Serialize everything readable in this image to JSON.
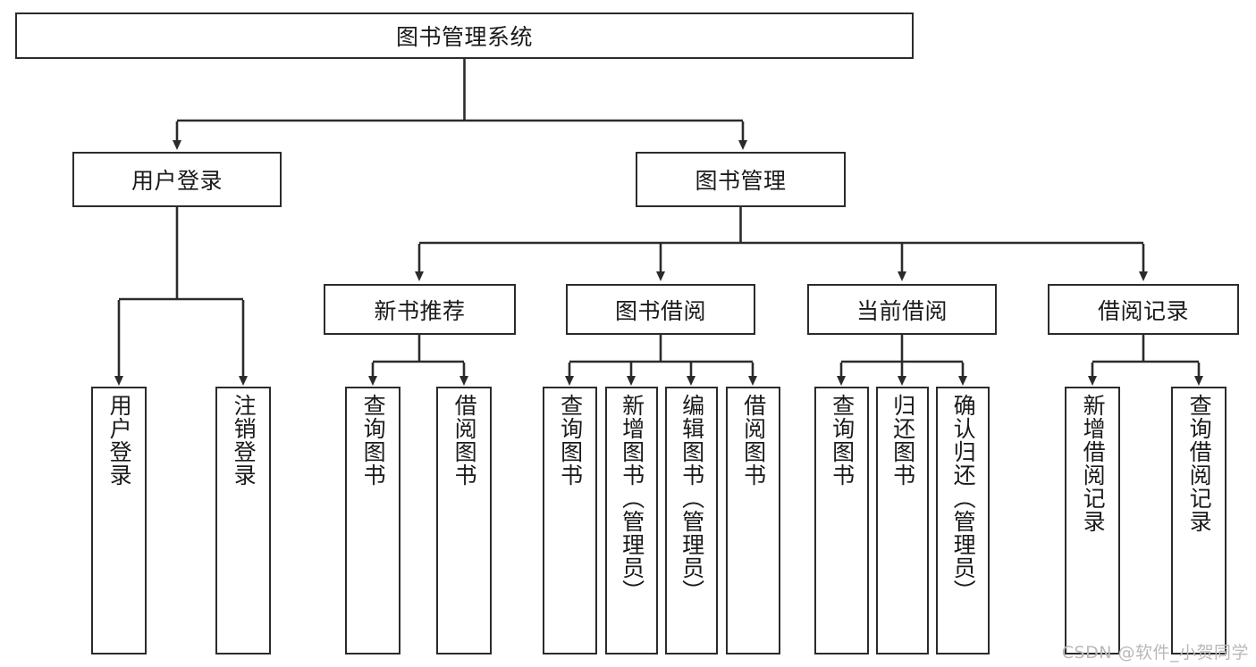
{
  "diagram": {
    "title": "图书管理系统",
    "type": "tree",
    "watermark": "CSDN @软件_小贺同学",
    "colors": {
      "background": "#ffffff",
      "border": "#2b2b2b",
      "text": "#1a1a1a",
      "connector": "#2b2b2b",
      "watermark": "#b9b9b9"
    }
  },
  "nodes": {
    "root": {
      "label": "图书管理系统"
    },
    "level2": [
      {
        "id": "user-login",
        "label": "用户登录"
      },
      {
        "id": "book-manage",
        "label": "图书管理"
      }
    ],
    "level3": [
      {
        "id": "new-book-recommend",
        "label": "新书推荐"
      },
      {
        "id": "book-borrow",
        "label": "图书借阅"
      },
      {
        "id": "current-borrow",
        "label": "当前借阅"
      },
      {
        "id": "borrow-record",
        "label": "借阅记录"
      }
    ],
    "leaves": {
      "user-login": [
        {
          "id": "leaf-user-login",
          "label": "用户登录"
        },
        {
          "id": "leaf-logout",
          "label": "注销登录"
        }
      ],
      "new-book-recommend": [
        {
          "id": "leaf-query-book-1",
          "label": "查询图书"
        },
        {
          "id": "leaf-borrow-book-1",
          "label": "借阅图书"
        }
      ],
      "book-borrow": [
        {
          "id": "leaf-query-book-2",
          "label": "查询图书"
        },
        {
          "id": "leaf-add-book",
          "label": "新增图书（管理员）"
        },
        {
          "id": "leaf-edit-book",
          "label": "编辑图书（管理员）"
        },
        {
          "id": "leaf-borrow-book-2",
          "label": "借阅图书"
        }
      ],
      "current-borrow": [
        {
          "id": "leaf-query-book-3",
          "label": "查询图书"
        },
        {
          "id": "leaf-return-book",
          "label": "归还图书"
        },
        {
          "id": "leaf-confirm-return",
          "label": "确认归还（管理员）"
        }
      ],
      "borrow-record": [
        {
          "id": "leaf-add-record",
          "label": "新增借阅记录"
        },
        {
          "id": "leaf-query-record",
          "label": "查询借阅记录"
        }
      ]
    }
  }
}
